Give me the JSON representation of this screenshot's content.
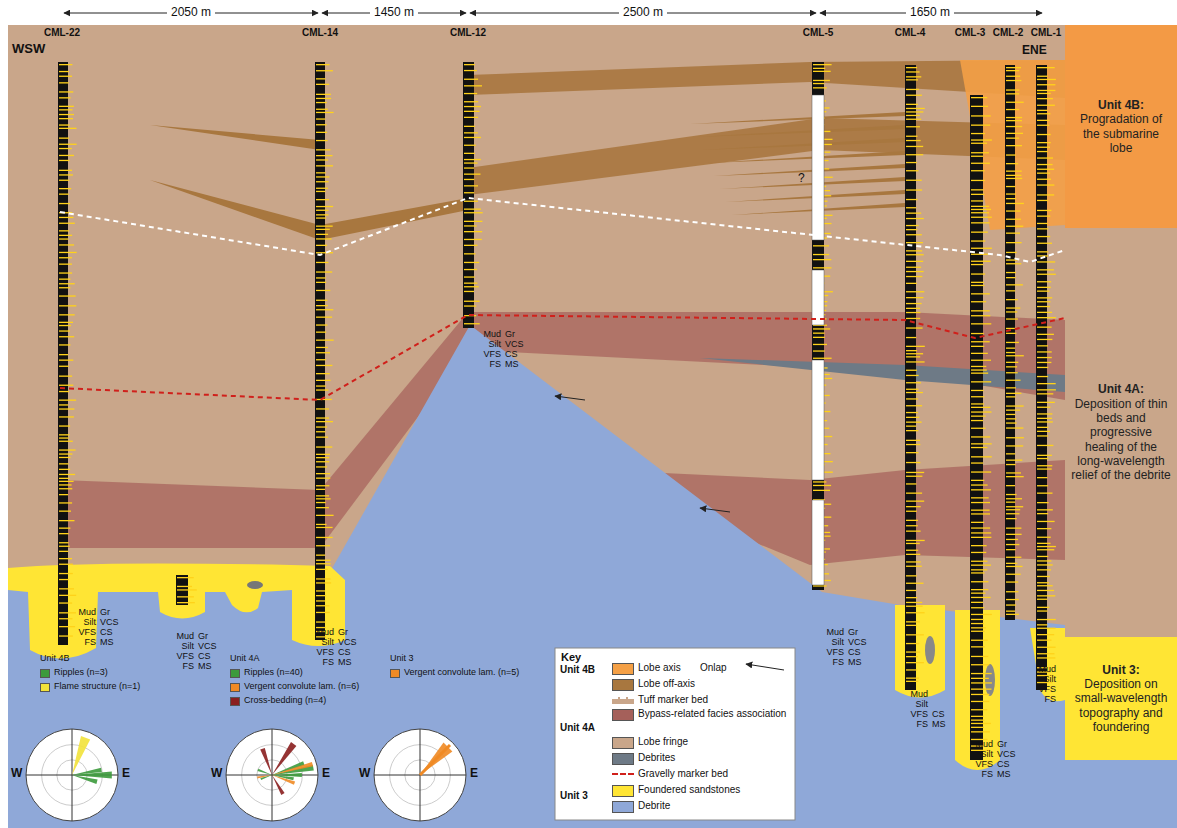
{
  "diagram": {
    "nodes": [
      {
        "text": [
          "Unit 4B:",
          "Progradation of the submarine lobe"
        ]
      },
      {
        "text": [
          "Unit 4A:",
          "Deposition of thin beds and progressive healing of the long-wavelength relief of the debrite"
        ]
      },
      {
        "text": [
          "Unit 3:",
          "Deposition on small-wavelength topography and foundering"
        ]
      },
      {
        "text": [
          "W",
          "E"
        ]
      },
      {
        "text": [
          "W",
          "E"
        ]
      },
      {
        "text": [
          "W",
          "E"
        ]
      },
      {
        "text": [
          "Key"
        ]
      }
    ],
    "labels": [
      "2050 m",
      "1450 m",
      "2500 m",
      "1650 m",
      "CML-22",
      "CML-14",
      "CML-12",
      "CML-5",
      "CML-4",
      "CML-3",
      "CML-2",
      "CML-1",
      "WSW",
      "ENE",
      "?",
      "Unit 4B",
      "Unit 4A",
      "Unit 3",
      "Unit 4B",
      "Unit 4A",
      "Unit 3",
      "Mud",
      "Silt",
      "VFS",
      "FS",
      "Gr",
      "VCS",
      "CS",
      "MS",
      "Mud",
      "Silt",
      "VFS",
      "FS",
      "Gr",
      "VCS",
      "CS",
      "MS",
      "Mud",
      "Silt",
      "VFS",
      "FS",
      "Gr",
      "VCS",
      "CS",
      "MS",
      "Mud",
      "Silt",
      "VFS",
      "FS",
      "Gr",
      "VCS",
      "CS",
      "MS",
      "Mud",
      "Silt",
      "VFS",
      "FS",
      "Gr",
      "VCS",
      "CS",
      "MS",
      "Mud",
      "Silt",
      "VFS",
      "FS",
      "CS",
      "MS",
      "Mud",
      "Silt",
      "VFS",
      "FS",
      "Gr",
      "VCS",
      "CS",
      "MS",
      "Mud",
      "Silt",
      "VFS",
      "FS"
    ],
    "legend": [
      {
        "text": "Ripples (n=3)",
        "color": "#3c9a3c"
      },
      {
        "text": "Flame structure (n=1)",
        "color": "#f2e23a"
      },
      {
        "text": "Ripples (n=40)",
        "color": "#3c9a3c"
      },
      {
        "text": "Vergent convolute lam. (n=6)",
        "color": "#f08a24"
      },
      {
        "text": "Cross-bedding (n=4)",
        "color": "#8a1e1e"
      },
      {
        "text": "Vergent convolute lam. (n=5)",
        "color": "#f08a24"
      },
      {
        "text": "Lobe axis",
        "color": "#f4a046"
      },
      {
        "text": "Lobe off-axis",
        "color": "#a8773f"
      },
      {
        "text": "Tuff marker bed"
      },
      {
        "text": "Bypass-related facies association",
        "color": "#a5605a"
      },
      {
        "text": "Lobe fringe",
        "color": "#c9a68a"
      },
      {
        "text": "Debrites",
        "color": "#6e7a86"
      },
      {
        "text": "Gravelly marker bed"
      },
      {
        "text": "Foundered sandstones",
        "color": "#ffe534"
      },
      {
        "text": "Debrite",
        "color": "#8fa8d8"
      },
      {
        "text": "Onlap"
      }
    ]
  }
}
